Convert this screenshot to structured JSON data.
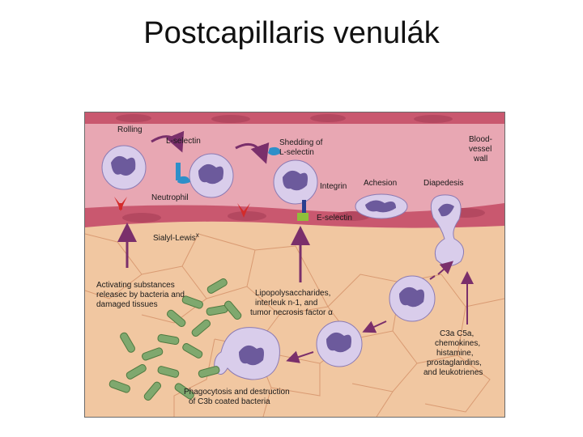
{
  "slide": {
    "title": "Postcapillaris venulák"
  },
  "diagram": {
    "labels": {
      "rolling": "Rolling",
      "l_selectin": "L-selectin",
      "neutrophil": "Neutrophil",
      "sialyl_lewis": "Sialyl-Lewis",
      "sialyl_lewis_sup": "x",
      "shedding_1": "Shedding of",
      "shedding_2": "L-selectin",
      "integrin": "Integrin",
      "e_selectin": "E-selectin",
      "adhesion": "Achesion",
      "diapedesis": "Diapedesis",
      "vessel_1": "Blood-",
      "vessel_2": "vessel",
      "vessel_3": "wall",
      "activating_1": "Activating substances",
      "activating_2": "releasec by bacteria and",
      "activating_3": "damaged tissues",
      "lps_1": "Lipopolysaccharides,",
      "lps_2": "interleuk n-1, and",
      "lps_3": "tumor necrosis factor α",
      "c3a_1": "C3a  C5a,",
      "c3a_2": "chemokines,",
      "c3a_3": "histamine,",
      "c3a_4": "prostaglandins,",
      "c3a_5": "and leukotrienes",
      "phago_1": "Phagocytosis and destruction",
      "phago_2": "of C3b coated bacteria"
    },
    "colors": {
      "vessel_lumen": "#e8a7b3",
      "vessel_wall": "#c9586f",
      "tissue": "#f1c7a1",
      "cell_body": "#d9cdeb",
      "cell_nucleus": "#6c5a9c",
      "bacteria": "#7fa86e",
      "arrow": "#7a2f6b",
      "l_selectin": "#2e8fc9",
      "sialyl_lewis": "#d32b2b",
      "integrin": "#2a3f8f",
      "e_selectin": "#8fbf3a"
    }
  }
}
